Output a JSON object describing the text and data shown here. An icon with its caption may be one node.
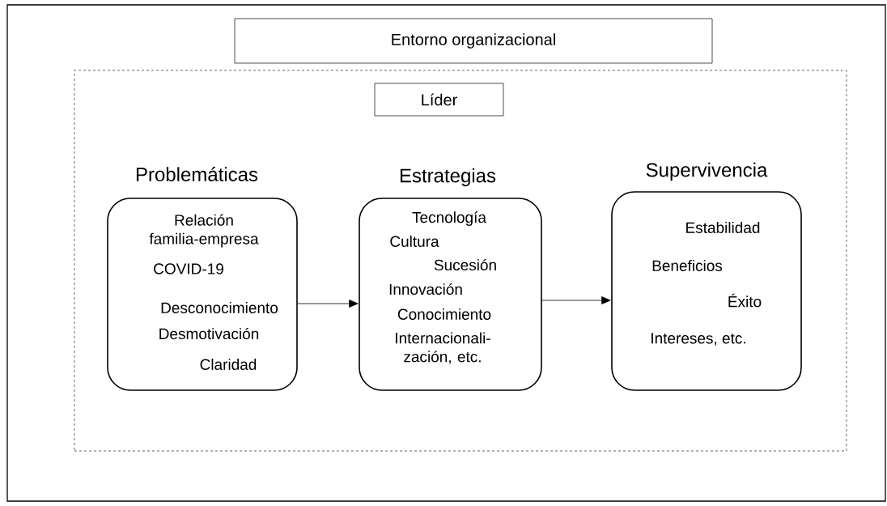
{
  "diagram": {
    "nodes": [
      {
        "text": [],
        "shape": "box"
      },
      {
        "text": [
          "Entorno organizacional"
        ],
        "in": 0
      },
      {
        "text": [],
        "shape": "box",
        "in": 0
      },
      {
        "text": [
          "Líder"
        ],
        "in": 2
      },
      {
        "text": [
          "Problemáticas",
          "Relación familia-empresa",
          "COVID-19",
          "Desconocimiento",
          "Desmotivación",
          "Claridad"
        ],
        "in": 2
      },
      {
        "text": [
          "Estrategias",
          "Tecnología",
          "Cultura",
          "Sucesión",
          "Innovación",
          "Conocimiento",
          "Internacionali- zación, etc."
        ],
        "in": 2
      },
      {
        "text": [
          "Supervivencia",
          "Estabilidad",
          "Beneficios",
          "Éxito",
          "Intereses, etc."
        ],
        "in": 2
      }
    ],
    "edges": [
      {
        "from": 4,
        "to": 5,
        "arrow": "to"
      },
      {
        "from": 5,
        "to": 6,
        "arrow": "to"
      }
    ]
  }
}
